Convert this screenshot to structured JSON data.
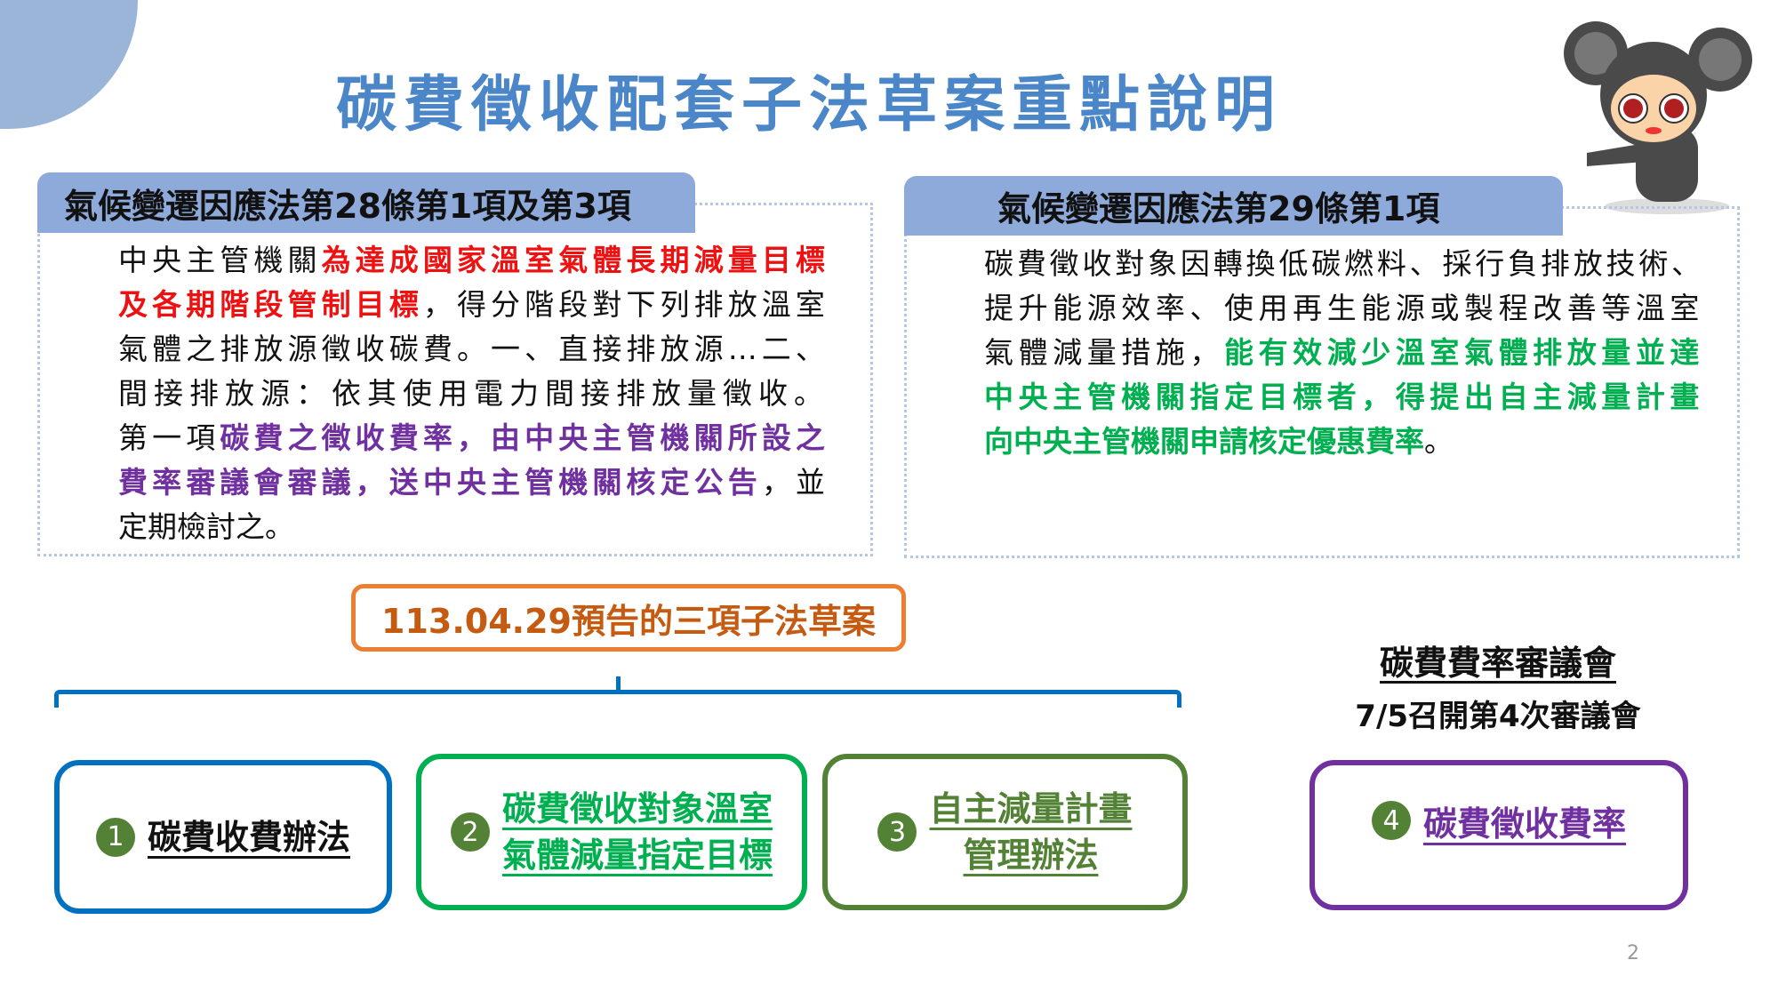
{
  "title": "碳費徵收配套子法草案重點說明",
  "left": {
    "header": "氣候變遷因應法第28條第1項及第3項",
    "lines": [
      [
        {
          "t": "中央主管機關",
          "c": ""
        },
        {
          "t": "為達成國家溫室氣體長期減量目標",
          "c": "red"
        }
      ],
      [
        {
          "t": "及各期階段管制目標",
          "c": "red"
        },
        {
          "t": "，得分階段對下列排放溫室",
          "c": ""
        }
      ],
      [
        {
          "t": "氣體之排放源徵收碳費。一、直接排放源…二、",
          "c": ""
        }
      ],
      [
        {
          "t": "間接排放源：依其使用電力間接排放量徵收。",
          "c": ""
        }
      ],
      [
        {
          "t": "第一項",
          "c": ""
        },
        {
          "t": "碳費之徵收費率，由中央主管機關所設之",
          "c": "purple"
        }
      ],
      [
        {
          "t": "費率審議會審議，送中央主管機關核定公告",
          "c": "purple"
        },
        {
          "t": "，並",
          "c": ""
        }
      ],
      [
        {
          "t": "定期檢討之。",
          "c": ""
        }
      ]
    ]
  },
  "right": {
    "header": "氣候變遷因應法第29條第1項",
    "lines": [
      [
        {
          "t": "碳費徵收對象因轉換低碳燃料、採行負排放技術、",
          "c": ""
        }
      ],
      [
        {
          "t": "提升能源效率、使用再生能源或製程改善等溫室",
          "c": ""
        }
      ],
      [
        {
          "t": "氣體減量措施，",
          "c": ""
        },
        {
          "t": "能有效減少溫室氣體排放量並達",
          "c": "green"
        }
      ],
      [
        {
          "t": "中央主管機關指定目標者，得提出自主減量計畫",
          "c": "green"
        }
      ],
      [
        {
          "t": "向中央主管機關申請核定優惠費率",
          "c": "green"
        },
        {
          "t": "。",
          "c": ""
        }
      ]
    ]
  },
  "draft_label": "113.04.29預告的三項子法草案",
  "cards": [
    {
      "num": "1",
      "lines": [
        "碳費收費辦法"
      ],
      "color": "#0070c0",
      "text_color": "#111111"
    },
    {
      "num": "2",
      "lines": [
        "碳費徵收對象溫室",
        "氣體減量指定目標"
      ],
      "color": "#00b050",
      "text_color": "#00b050"
    },
    {
      "num": "3",
      "lines": [
        "自主減量計畫",
        "管理辦法"
      ],
      "color": "#538135",
      "text_color": "#538135"
    },
    {
      "num": "4",
      "lines": [
        "碳費徵收費率"
      ],
      "color": "#7030a0",
      "text_color": "#7030a0"
    }
  ],
  "council": {
    "title": "碳費費率審議會",
    "subtitle": "7/5召開第4次審議會"
  },
  "page_number": "2"
}
